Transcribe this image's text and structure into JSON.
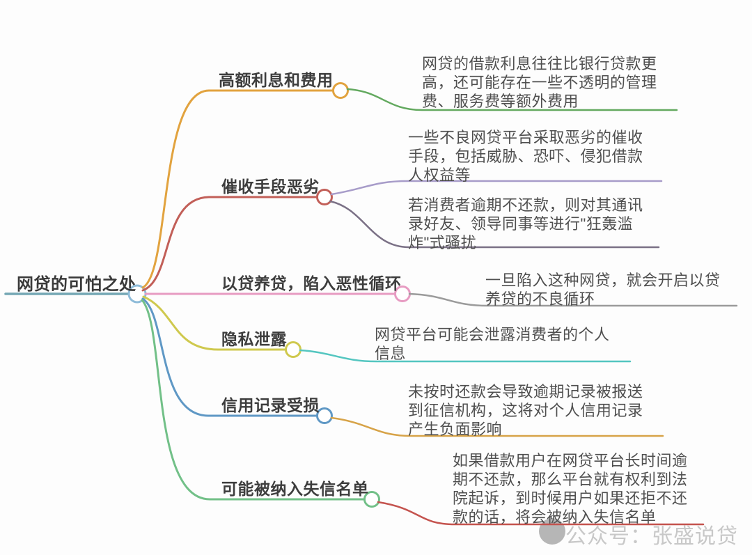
{
  "root": {
    "label": "网贷的可怕之处",
    "line_color": "#74a7b4",
    "node_color": "#8fbcd9"
  },
  "branches": [
    {
      "label": "高额利息和费用",
      "color": "#e2a33f",
      "leaves": [
        {
          "text": "网贷的借款利息往往比银行贷款更\n高，还可能存在一些不透明的管理\n费、服务费等额外费用",
          "color": "#63a95f"
        }
      ]
    },
    {
      "label": "催收手段恶劣",
      "color": "#c25f58",
      "leaves": [
        {
          "text": "一些不良网贷平台采取恶劣的催收\n手段，包括威胁、恐吓、侵犯借款\n人权益等",
          "color": "#a79cc9"
        },
        {
          "text": "若消费者逾期不还款，则对其通讯\n录好友、领导同事等进行\"狂轰滥\n炸\"式骚扰",
          "color": "#7b7186"
        }
      ]
    },
    {
      "label": "以贷养贷，陷入恶性循环",
      "color": "#e79bc2",
      "leaves": [
        {
          "text": "一旦陷入这种网贷，就会开启以贷\n养贷的不良循环",
          "color": "#9b9b9b"
        }
      ]
    },
    {
      "label": "隐私泄露",
      "color": "#cfc94e",
      "leaves": [
        {
          "text": "网贷平台可能会泄露消费者的个人\n信息",
          "color": "#54c6c0"
        }
      ]
    },
    {
      "label": "信用记录受损",
      "color": "#5f98c5",
      "leaves": [
        {
          "text": "未按时还款会导致逾期记录被报送\n到征信机构，这将对个人信用记录\n产生负面影响",
          "color": "#d7a348"
        }
      ]
    },
    {
      "label": "可能被纳入失信名单",
      "color": "#72c088",
      "leaves": [
        {
          "text": "如果借款用户在网贷平台长时间逾\n期不还款，那么平台就有权利到法\n院起诉，到时候用户如果还拒不还\n款的话，将会被纳入失信名单",
          "color": "#c4534e"
        }
      ]
    }
  ],
  "watermark": {
    "text": "公众号：张盛说贷"
  }
}
